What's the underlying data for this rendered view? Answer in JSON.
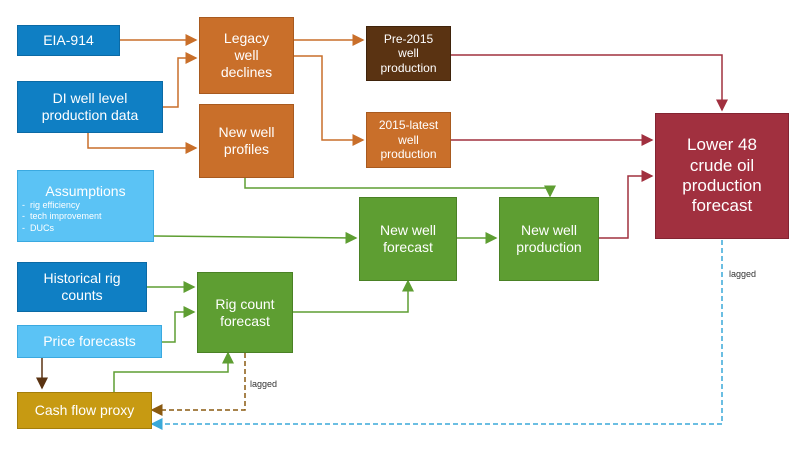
{
  "nodes": {
    "eia914": "EIA-914",
    "di_data": [
      "DI well level",
      "production data"
    ],
    "assumptions_title": "Assumptions",
    "assumptions_items": [
      "rig efficiency",
      "tech improvement",
      "DUCs"
    ],
    "historical_rig": [
      "Historical rig",
      "counts"
    ],
    "price_forecasts": "Price forecasts",
    "cash_flow_proxy": "Cash flow proxy",
    "legacy_declines": [
      "Legacy",
      "well",
      "declines"
    ],
    "new_well_profiles": [
      "New well",
      "profiles"
    ],
    "pre2015": [
      "Pre-2015",
      "well",
      "production"
    ],
    "post2015": [
      "2015-latest",
      "well",
      "production"
    ],
    "rig_count_forecast": [
      "Rig count",
      "forecast"
    ],
    "new_well_forecast": [
      "New well",
      "forecast"
    ],
    "new_well_production": [
      "New well",
      "production"
    ],
    "lower48": [
      "Lower 48",
      "crude oil",
      "production",
      "forecast"
    ]
  },
  "annotations": {
    "lagged_1": "lagged",
    "lagged_2": "lagged"
  },
  "colors": {
    "blue": "#0f7fc4",
    "light_blue": "#5bc3f5",
    "orange": "#c96f2a",
    "dark_brown": "#5a3312",
    "green": "#5e9e32",
    "red": "#a1303f",
    "gold": "#c79a12",
    "dashed_blue": "#3aa9d8",
    "dashed_brown": "#8a5a10"
  }
}
